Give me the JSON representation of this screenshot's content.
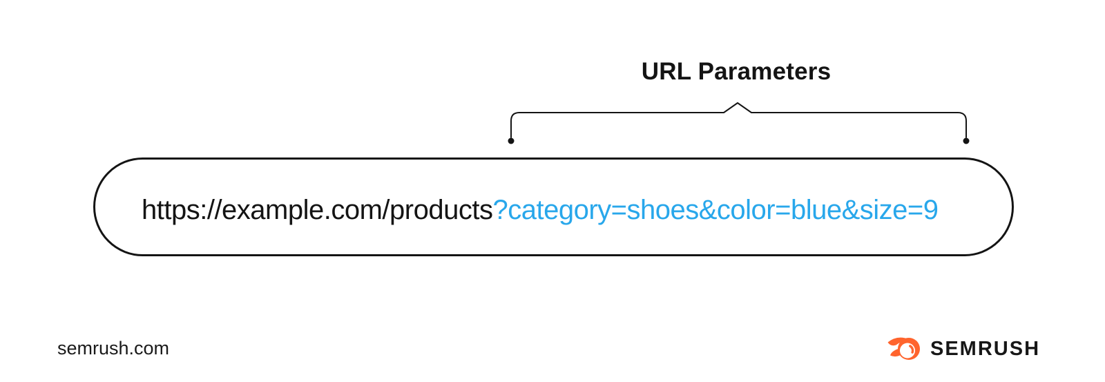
{
  "title": "URL Parameters",
  "url": {
    "base": "https://example.com/products",
    "params": "?category=shoes&color=blue&size=9"
  },
  "footer": {
    "site": "semrush.com",
    "brand": "SEMRUSH",
    "logo_icon": "semrush-fireball-icon"
  },
  "colors": {
    "params_blue": "#28a7eb",
    "brand_orange": "#ff642d",
    "ink": "#141414",
    "background": "#ffffff"
  }
}
